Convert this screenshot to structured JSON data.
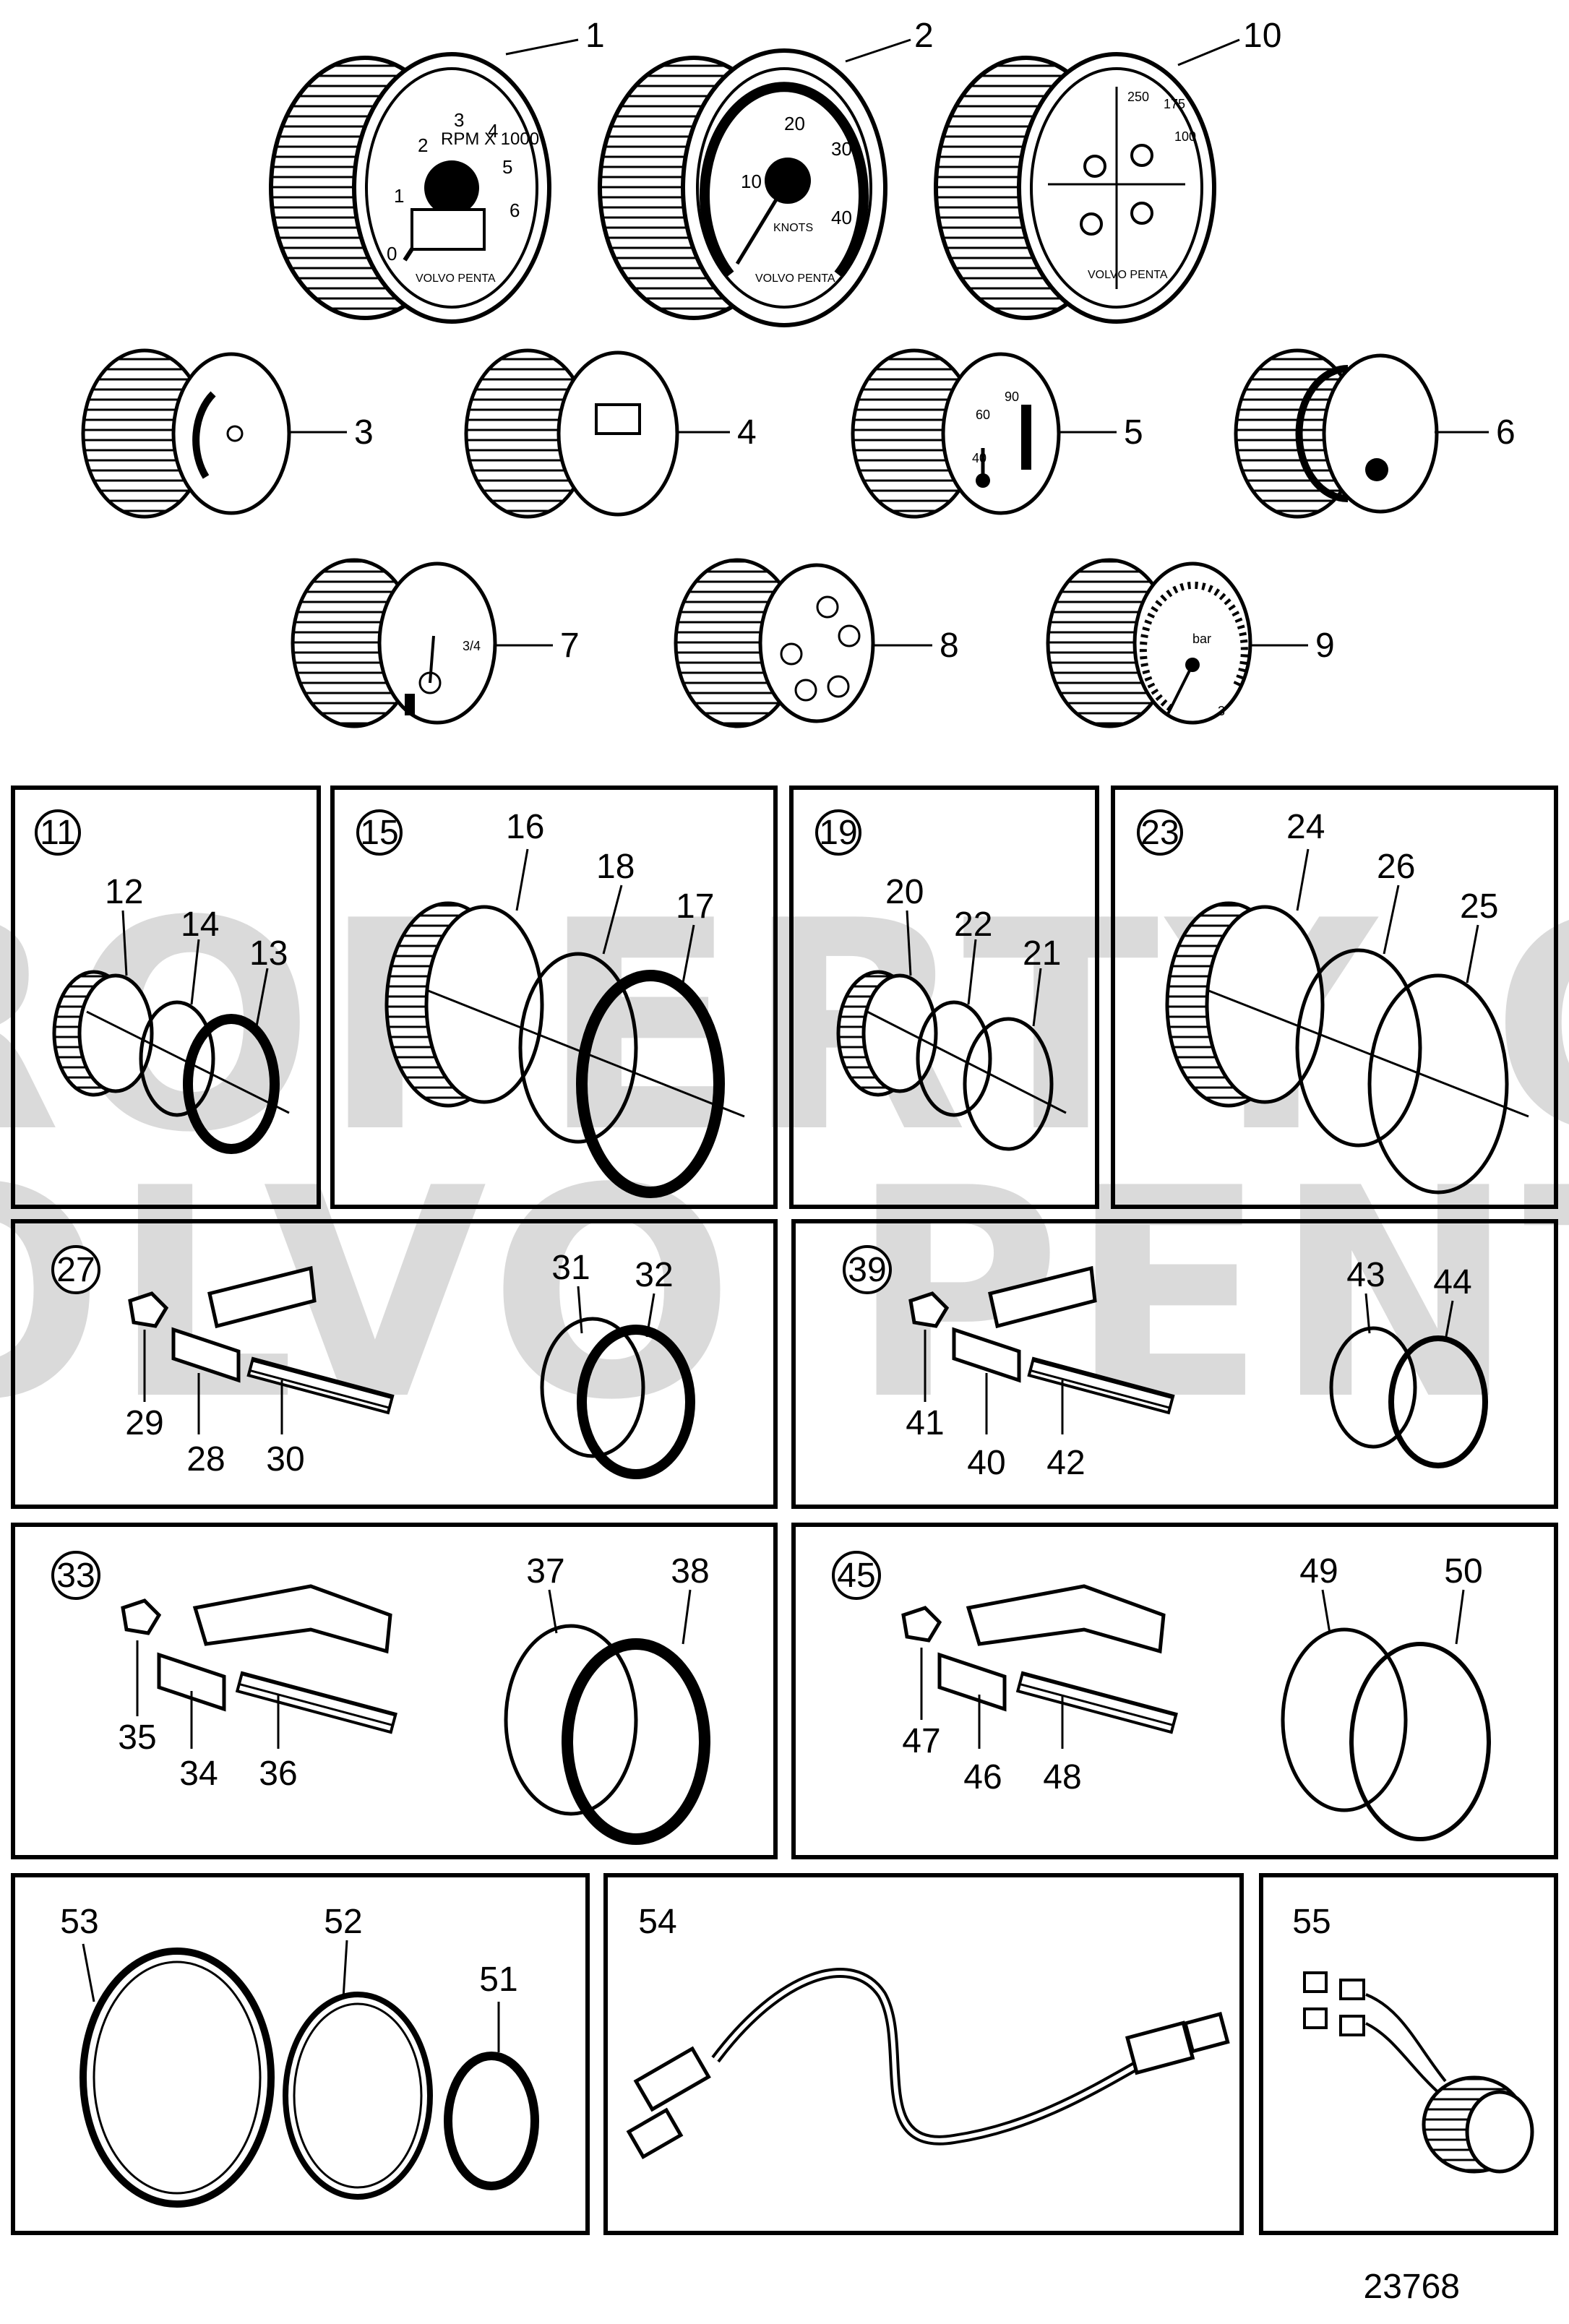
{
  "figure_id": "23768",
  "watermark": [
    "PROPERTY OF",
    "VOLVO PENTA"
  ],
  "gauges": [
    {
      "no": "1",
      "dial_text": [
        "RPM X 1000",
        "0",
        "1",
        "2",
        "3",
        "4",
        "5",
        "6",
        "VOLVO PENTA"
      ]
    },
    {
      "no": "2",
      "dial_text": [
        "10",
        "20",
        "30",
        "40",
        "KNOTS",
        "VOLVO PENTA"
      ]
    },
    {
      "no": "10",
      "dial_text": [
        "250",
        "175",
        "100",
        "VOLVO PENTA"
      ]
    },
    {
      "no": "3"
    },
    {
      "no": "4"
    },
    {
      "no": "5",
      "dial_text": [
        "40",
        "60",
        "90"
      ]
    },
    {
      "no": "6"
    },
    {
      "no": "7",
      "dial_text": [
        "3/4"
      ]
    },
    {
      "no": "8"
    },
    {
      "no": "9",
      "dial_text": [
        "bar",
        "3"
      ]
    }
  ],
  "kits": [
    {
      "id": "11",
      "parts": [
        "12",
        "14",
        "13"
      ]
    },
    {
      "id": "15",
      "parts": [
        "16",
        "18",
        "17"
      ]
    },
    {
      "id": "19",
      "parts": [
        "20",
        "22",
        "21"
      ]
    },
    {
      "id": "23",
      "parts": [
        "24",
        "26",
        "25"
      ]
    },
    {
      "id": "27",
      "parts": [
        "29",
        "28",
        "30",
        "31",
        "32"
      ]
    },
    {
      "id": "39",
      "parts": [
        "41",
        "40",
        "42",
        "43",
        "44"
      ]
    },
    {
      "id": "33",
      "parts": [
        "35",
        "34",
        "36",
        "37",
        "38"
      ]
    },
    {
      "id": "45",
      "parts": [
        "47",
        "46",
        "48",
        "49",
        "50"
      ]
    }
  ],
  "bottom_parts": [
    "53",
    "52",
    "51",
    "54",
    "55"
  ]
}
